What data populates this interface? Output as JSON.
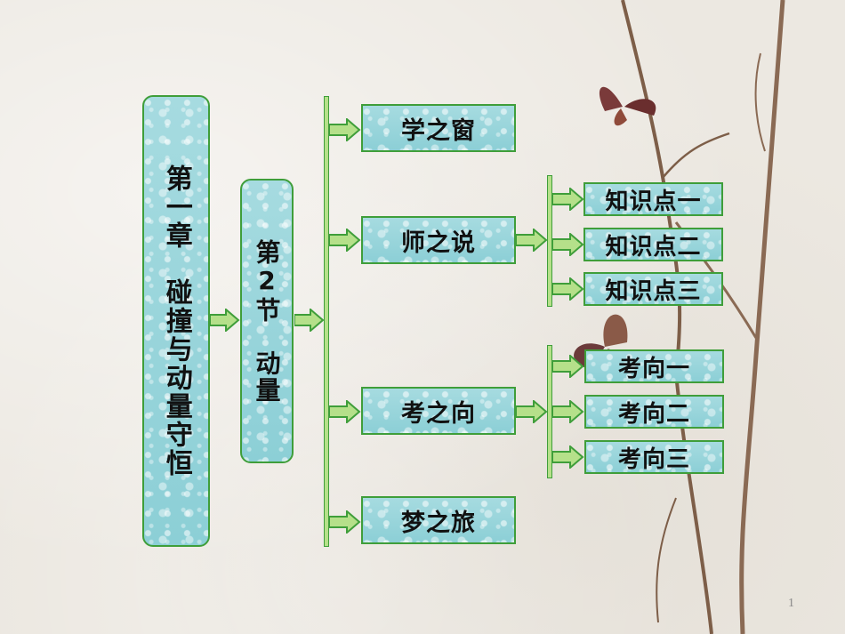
{
  "chapter": "第一章　碰撞与动量守恒",
  "section": "第2节　动量",
  "sections": {
    "window": "学之窗",
    "teacher": "师之说",
    "exam": "考之向",
    "dream": "梦之旅"
  },
  "knowledge_points": [
    "知识点一",
    "知识点二",
    "知识点三"
  ],
  "exam_directions": [
    "考向一",
    "考向二",
    "考向三"
  ],
  "page_number": "1",
  "colors": {
    "node_fill": "#9dd6dc",
    "node_border": "#3f9e3a",
    "arrow_fill": "#b5e08a"
  }
}
